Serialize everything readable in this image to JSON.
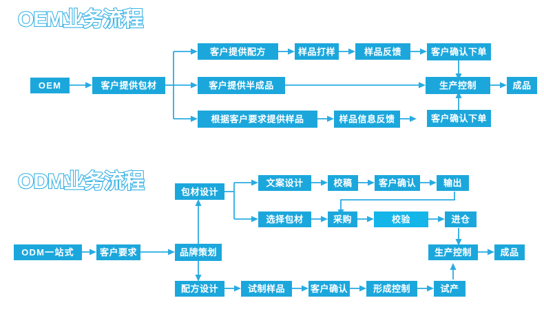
{
  "colors": {
    "box_fill": "#1CA7DC",
    "box_fill_alt": "#14B5E8",
    "connector": "#29ABE2",
    "title_stroke": "#29ABE2",
    "title_fill": "#FFFFFF",
    "background": "#FFFFFF",
    "box_text": "#FFFFFF"
  },
  "sections": [
    {
      "id": "oem",
      "title": "OEM业务流程",
      "nodes": {
        "start": "OEM",
        "packaging": "客户提供包材",
        "branch1_1": "客户提供配方",
        "branch1_2": "样品打样",
        "branch1_3": "样品反馈",
        "branch1_4": "客户确认下单",
        "branch2_1": "客户提供半成品",
        "branch3_1": "根据客户要求提供样品",
        "branch3_2": "样品信息反馈",
        "branch3_3": "客户确认下单",
        "production": "生产控制",
        "finished": "成品"
      }
    },
    {
      "id": "odm",
      "title": "ODM业务流程",
      "nodes": {
        "start": "ODM一站式",
        "requirement": "客户要求",
        "branding": "品牌策划",
        "pkg_design": "包材设计",
        "copy_design": "文案设计",
        "proofread": "校稿",
        "confirm_top": "客户确认",
        "output": "输出",
        "select_pkg": "选择包材",
        "purchase": "采购",
        "verify": "校验",
        "warehouse": "进仓",
        "formula": "配方设计",
        "trial_sample": "试制样品",
        "confirm_bot": "客户确认",
        "form_control": "形成控制",
        "trial_prod": "试产",
        "production": "生产控制",
        "finished": "成品"
      }
    }
  ]
}
